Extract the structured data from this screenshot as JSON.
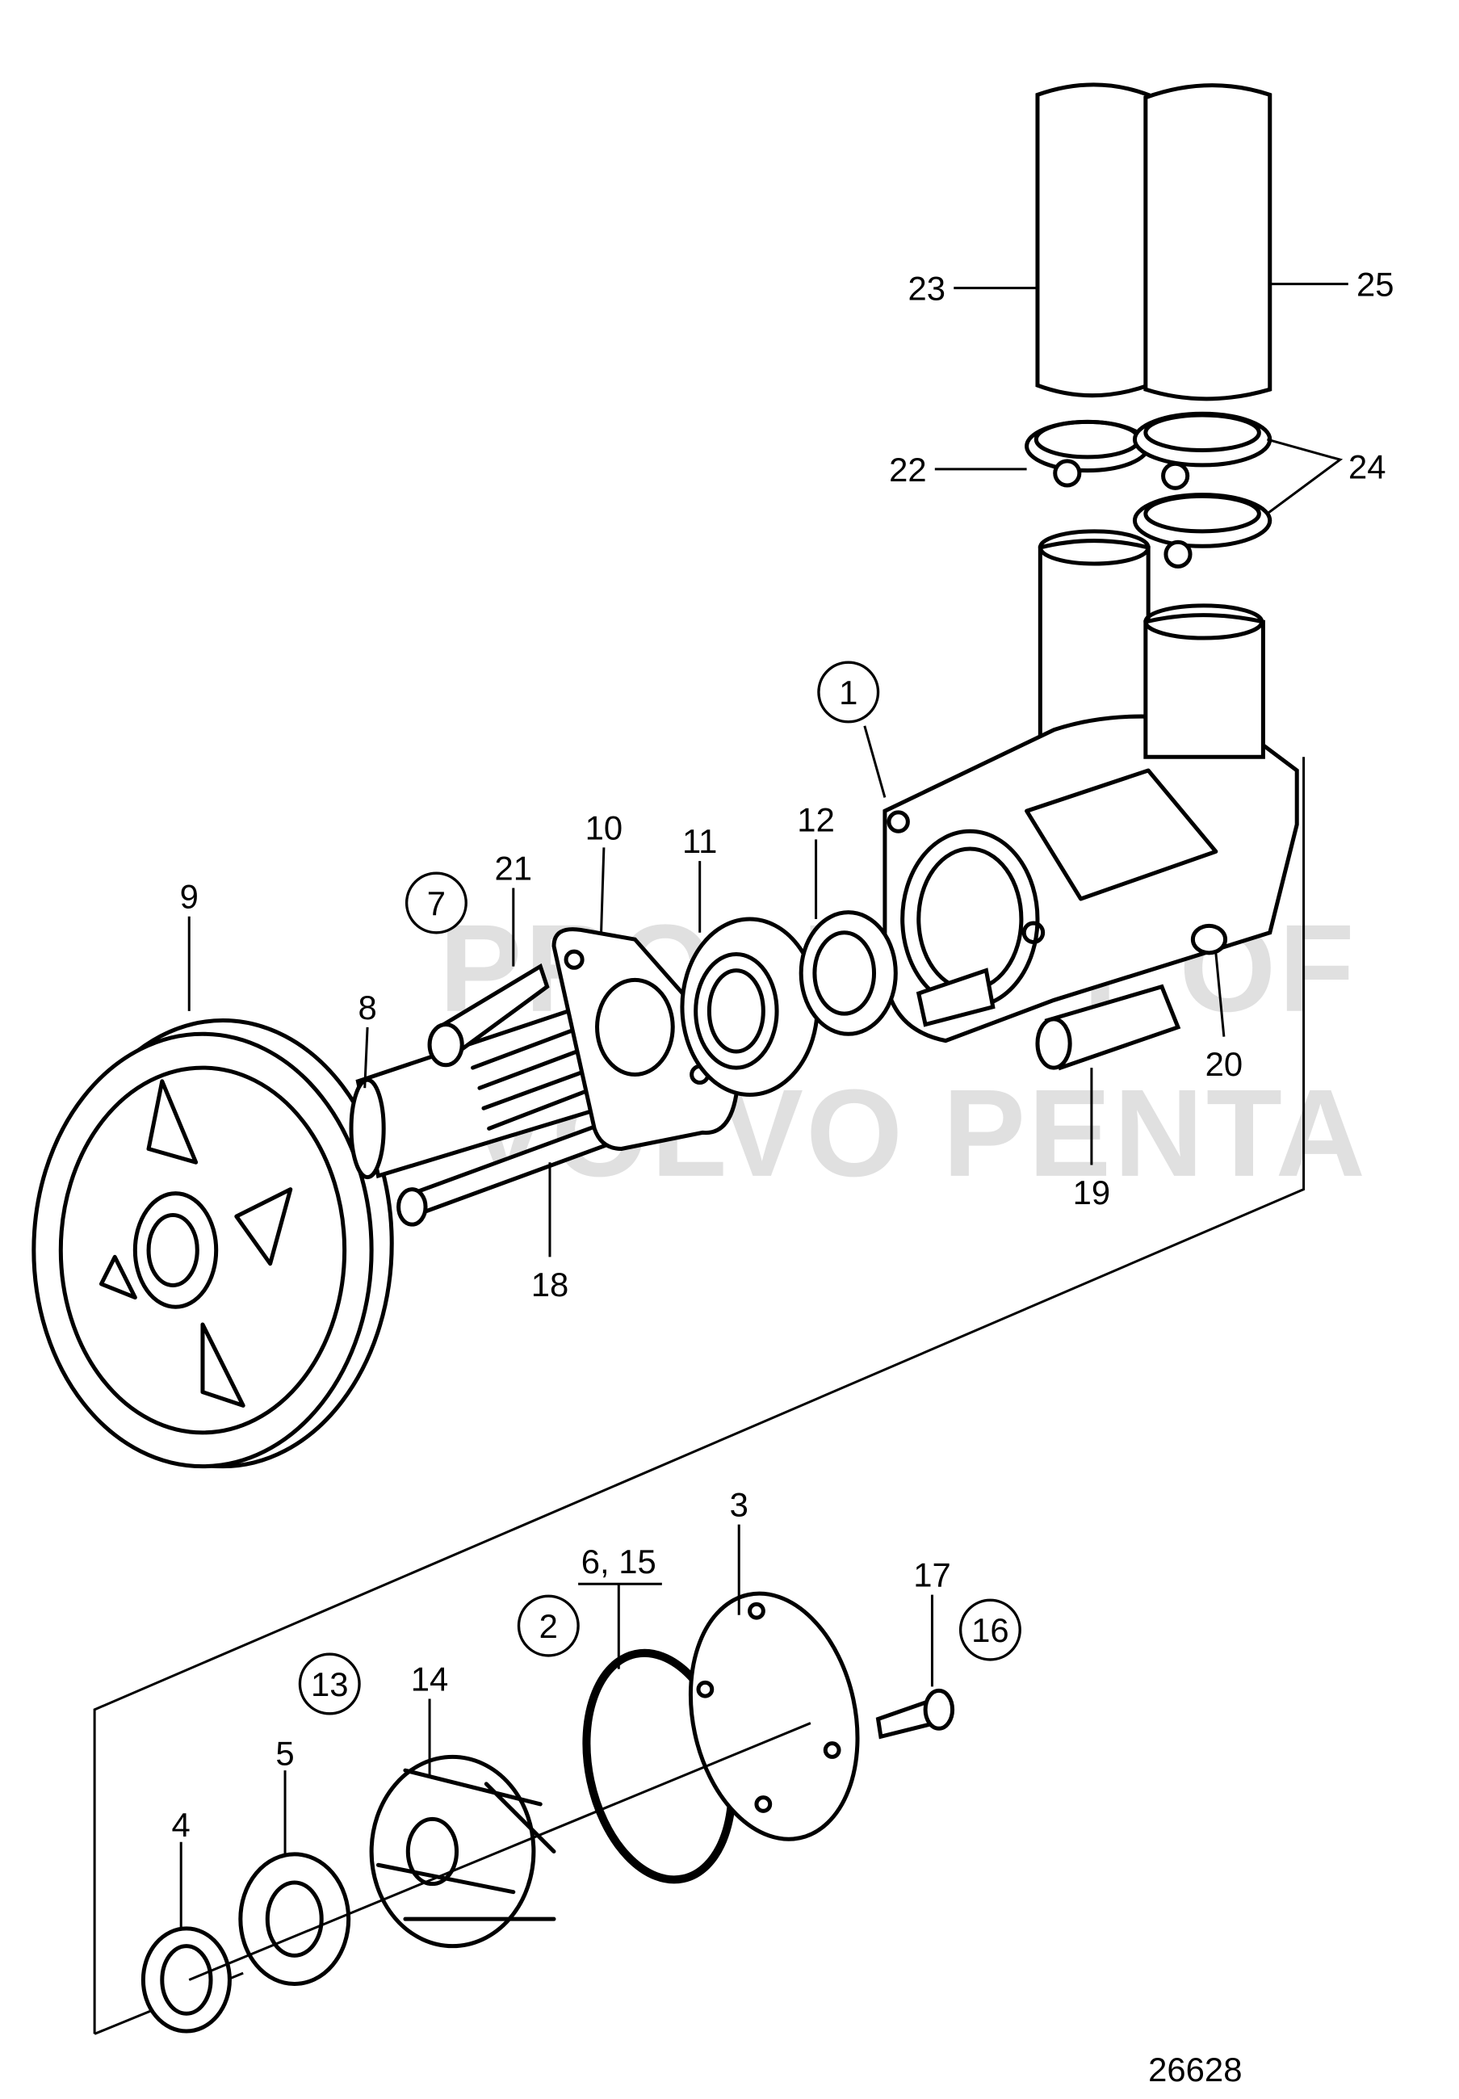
{
  "diagram": {
    "watermark": [
      "PROPERTY OF",
      "VOLVO PENTA"
    ],
    "drawing_number": "26628",
    "callouts": [
      {
        "text": "1",
        "circled": true
      },
      {
        "text": "2",
        "circled": true
      },
      {
        "text": "3",
        "circled": false
      },
      {
        "text": "4",
        "circled": false
      },
      {
        "text": "5",
        "circled": false
      },
      {
        "text": "6, 15",
        "circled": false
      },
      {
        "text": "7",
        "circled": true
      },
      {
        "text": "8",
        "circled": false
      },
      {
        "text": "9",
        "circled": false
      },
      {
        "text": "10",
        "circled": false
      },
      {
        "text": "11",
        "circled": false
      },
      {
        "text": "12",
        "circled": false
      },
      {
        "text": "13",
        "circled": true
      },
      {
        "text": "14",
        "circled": false
      },
      {
        "text": "16",
        "circled": true
      },
      {
        "text": "17",
        "circled": false
      },
      {
        "text": "18",
        "circled": false
      },
      {
        "text": "19",
        "circled": false
      },
      {
        "text": "20",
        "circled": false
      },
      {
        "text": "21",
        "circled": false
      },
      {
        "text": "22",
        "circled": false
      },
      {
        "text": "23",
        "circled": false
      },
      {
        "text": "24",
        "circled": false
      },
      {
        "text": "25",
        "circled": false
      }
    ]
  }
}
